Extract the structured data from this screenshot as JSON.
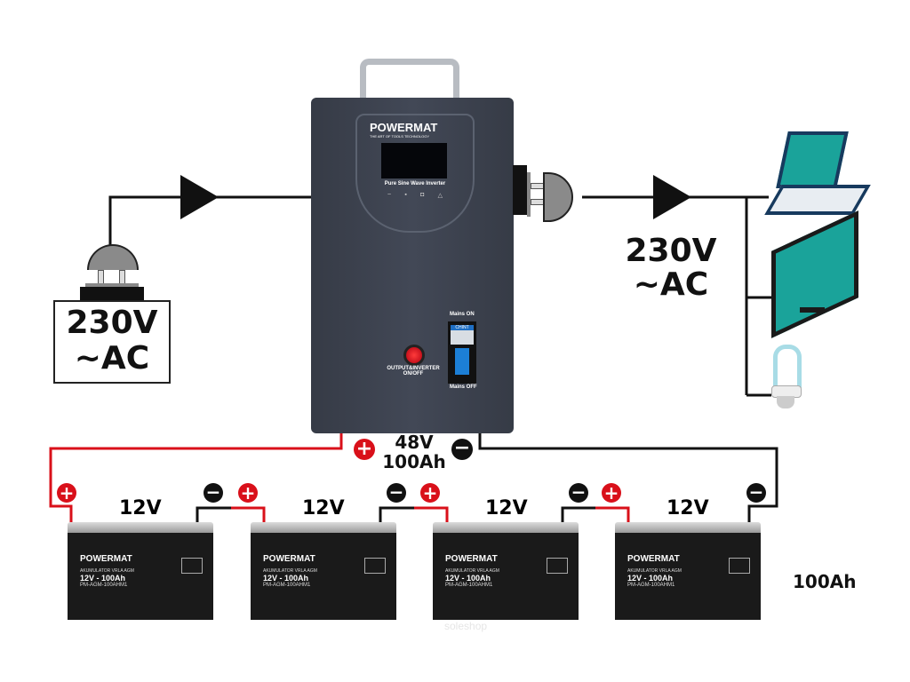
{
  "input": {
    "voltage": "230V",
    "type": "~AC"
  },
  "output": {
    "voltage": "230V",
    "type": "~AC"
  },
  "inverter": {
    "brand": "POWERMAT",
    "tagline": "THE ART OF TOOLS TECHNOLOGY",
    "model_text": "Pure Sine Wave Inverter",
    "switch_label_line1": "OUTPUT&INVERTER",
    "switch_label_line2": "ON/OFF",
    "breaker_brand": "CHINT",
    "mains_on": "Mains ON",
    "mains_off": "Mains OFF",
    "indicator_icons": [
      "ac-wave-icon",
      "battery-icon",
      "load-icon",
      "warning-icon"
    ]
  },
  "bank": {
    "voltage": "48V",
    "capacity": "100Ah",
    "plus": "+",
    "minus": "−"
  },
  "batteries": [
    {
      "voltage_label": "12V",
      "brand": "POWERMAT",
      "type": "AKUMULATOR VRLA AGM",
      "rating": "12V - 100Ah",
      "model": "PM-AGM-100AHM1"
    },
    {
      "voltage_label": "12V",
      "brand": "POWERMAT",
      "type": "AKUMULATOR VRLA AGM",
      "rating": "12V - 100Ah",
      "model": "PM-AGM-100AHM1"
    },
    {
      "voltage_label": "12V",
      "brand": "POWERMAT",
      "type": "AKUMULATOR VRLA AGM",
      "rating": "12V - 100Ah",
      "model": "PM-AGM-100AHM1"
    },
    {
      "voltage_label": "12V",
      "brand": "POWERMAT",
      "type": "AKUMULATOR VRLA AGM",
      "rating": "12V - 100Ah",
      "model": "PM-AGM-100AHM1"
    }
  ],
  "battery_capacity_label": "100Ah",
  "loads": [
    "laptop",
    "monitor",
    "light-bulb"
  ],
  "watermark": "soleshop",
  "colors": {
    "positive": "#d9101a",
    "negative": "#111111",
    "inverter": "#3d4350",
    "device": "#1aa39a"
  }
}
